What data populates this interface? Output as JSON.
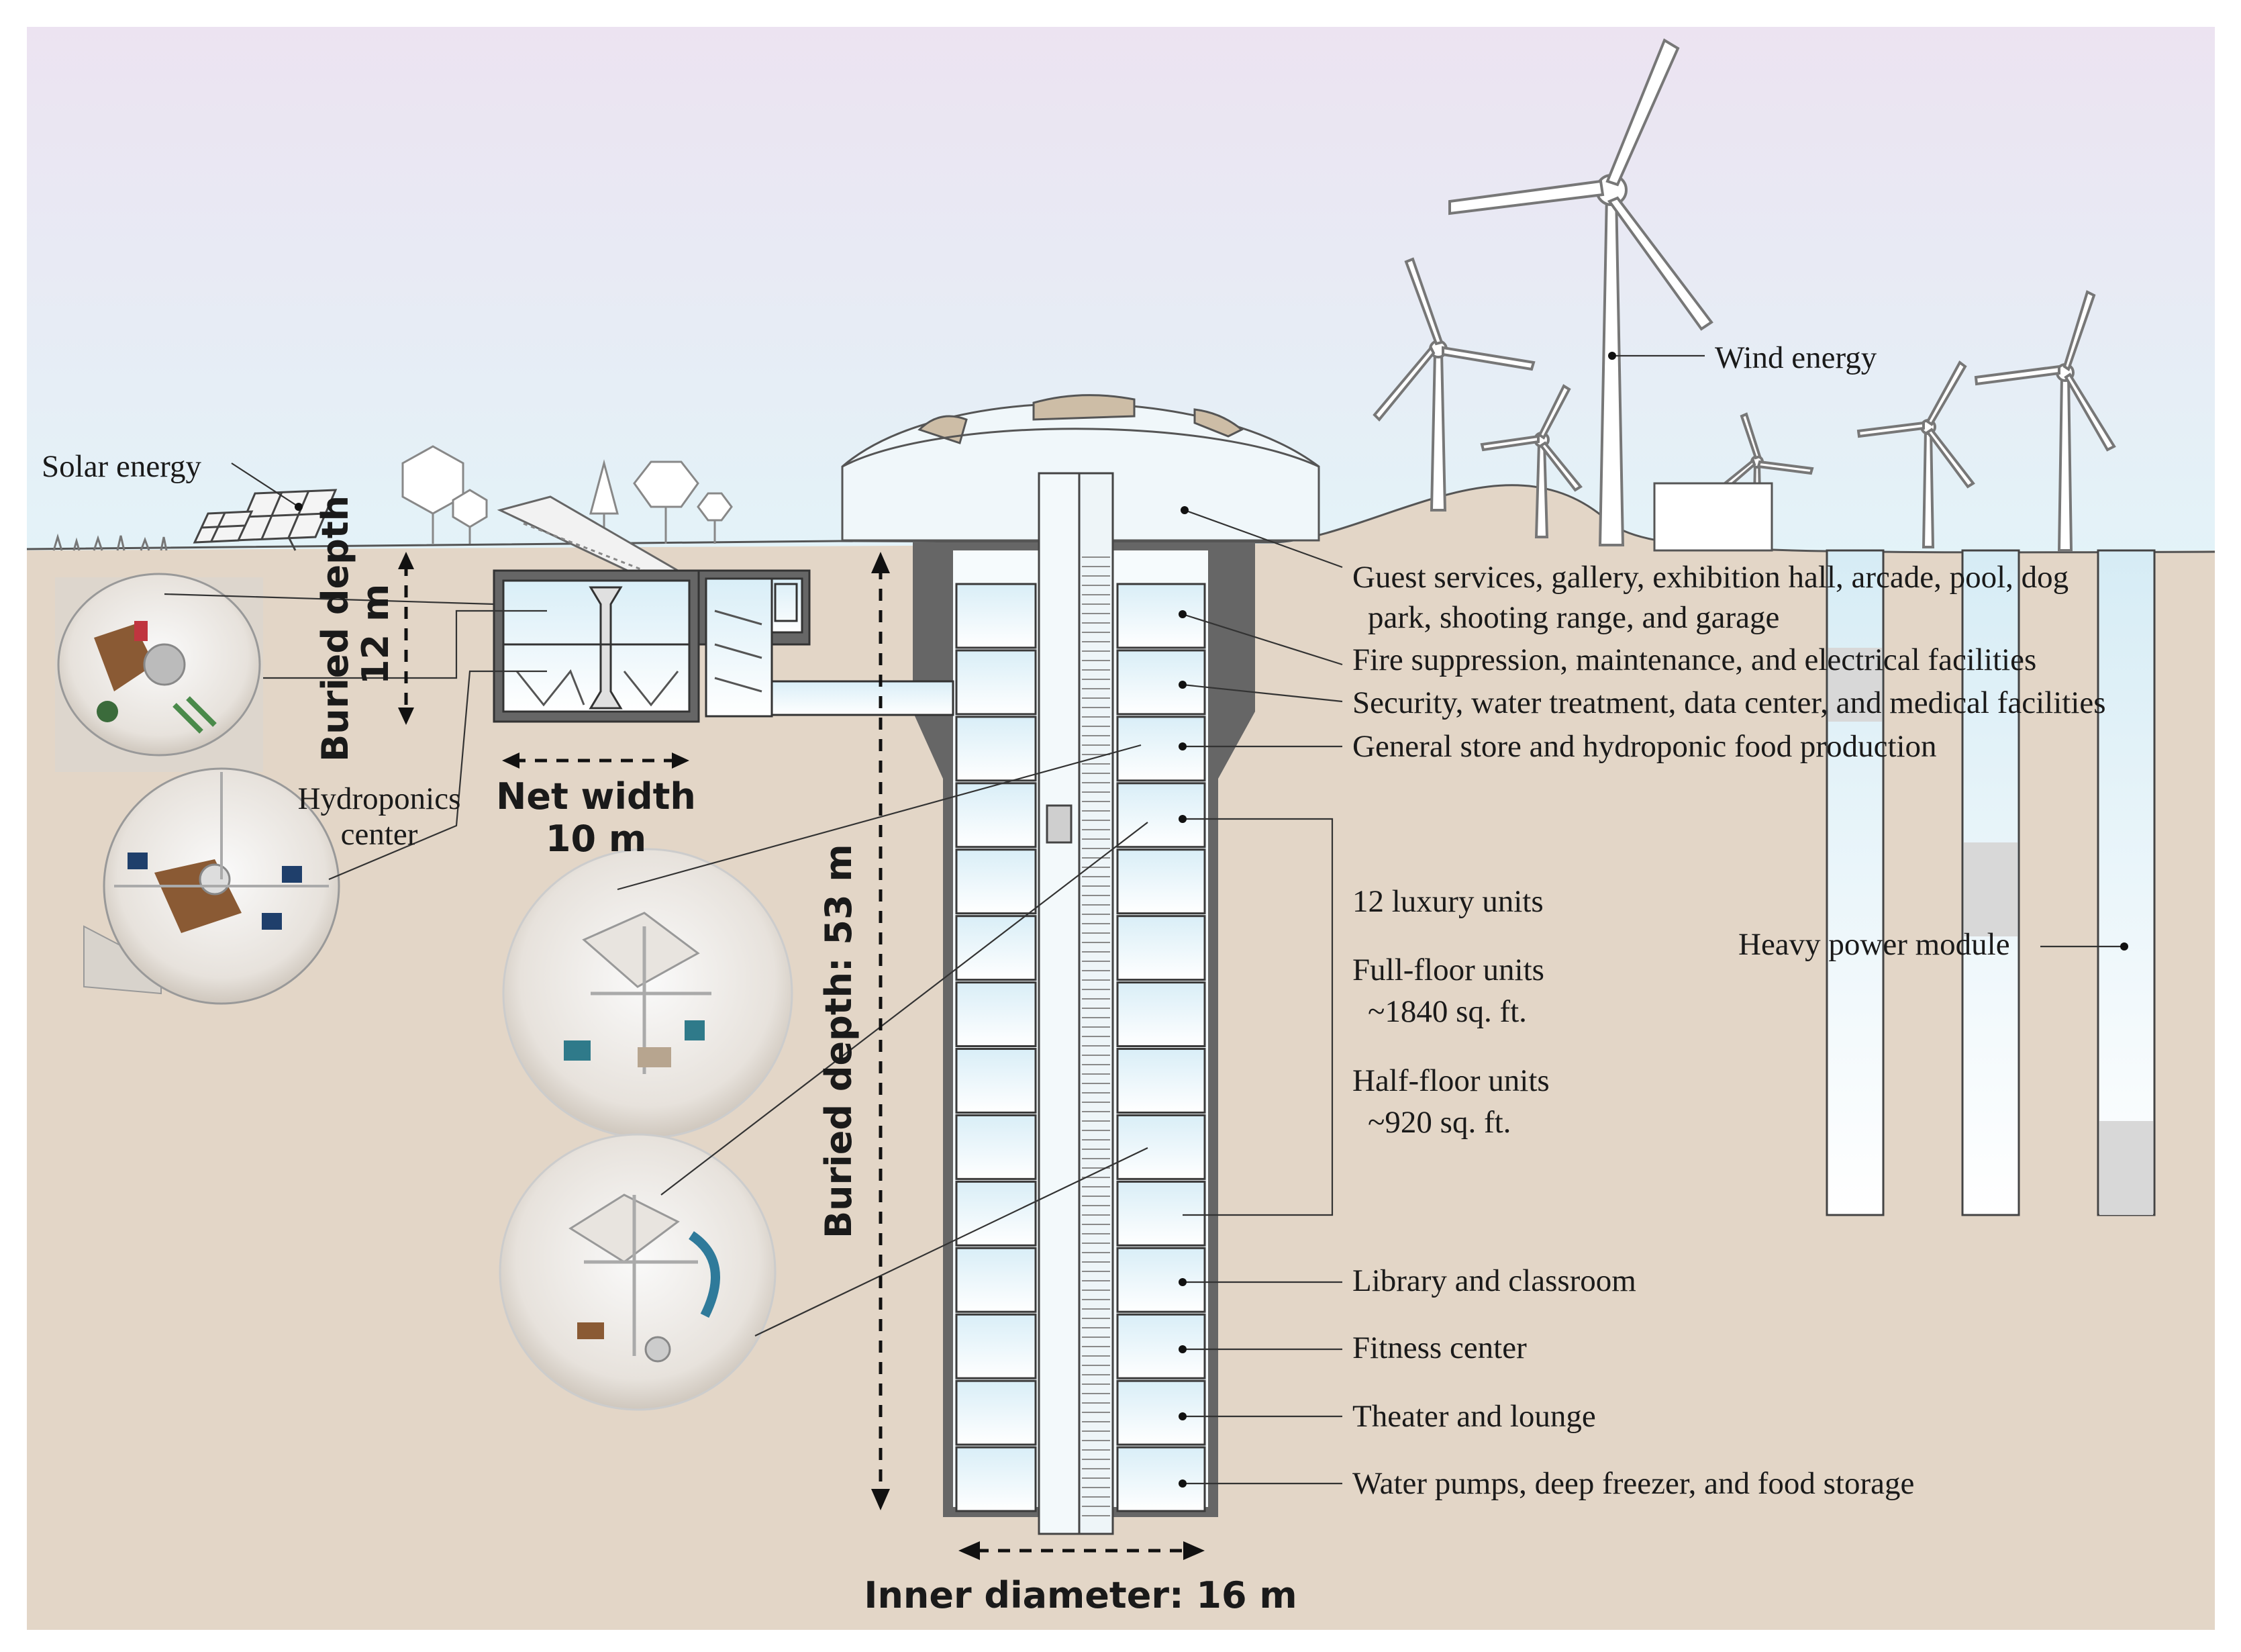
{
  "labels": {
    "solar_energy": "Solar energy",
    "wind_energy": "Wind energy",
    "hydroponics_center_line1": "Hydroponics",
    "hydroponics_center_line2": "center",
    "guest_services_line1": "Guest services, gallery, exhibition hall, arcade, pool, dog",
    "guest_services_line2": "park, shooting range, and garage",
    "fire_suppression": "Fire suppression, maintenance, and electrical facilities",
    "security": "Security, water treatment, data center, and medical facilities",
    "general_store": "General store and hydroponic food production",
    "luxury_units": "12 luxury units",
    "full_floor_units_line1": "Full-floor units",
    "full_floor_units_line2": "~1840 sq. ft.",
    "half_floor_units_line1": "Half-floor units",
    "half_floor_units_line2": "~920 sq. ft.",
    "heavy_power_module": "Heavy power module",
    "library": "Library and classroom",
    "fitness": "Fitness center",
    "theater": "Theater and lounge",
    "water_pumps": "Water pumps, deep freezer, and food storage"
  },
  "dimensions": {
    "buried_depth_small_line1": "Buried depth",
    "buried_depth_small_line2": "12 m",
    "net_width_line1": "Net width",
    "net_width_line2": "10 m",
    "buried_depth_main": "Buried depth: 53 m",
    "inner_diameter": "Inner diameter: 16 m"
  },
  "colors": {
    "sky_top": "#ece4f1",
    "sky_bottom": "#e4f3f8",
    "ground": "#e3d6c7",
    "shaft_wall": "#666666",
    "room_fill": "#eaf6fb"
  }
}
